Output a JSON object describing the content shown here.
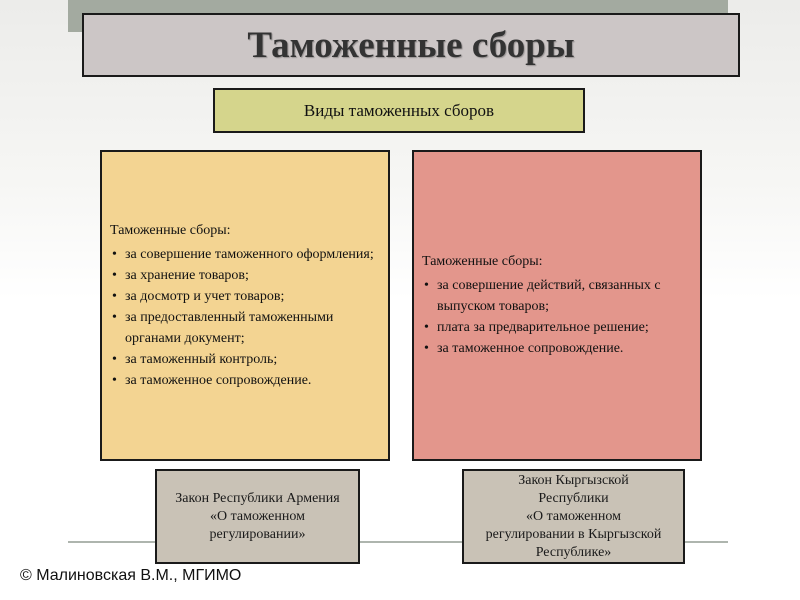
{
  "title": "Таможенные сборы",
  "subtitle": "Виды таможенных сборов",
  "left_card": {
    "heading": "Таможенные сборы:",
    "items": [
      "за совершение таможенного оформления;",
      "за хранение товаров;",
      "за досмотр и учет товаров;",
      "за предоставленный таможенными органами документ;",
      "за таможенный контроль;",
      "за таможенное сопровождение."
    ]
  },
  "right_card": {
    "heading": "Таможенные сборы:",
    "items": [
      "за совершение действий, связанных с выпуском товаров;",
      "плата за предварительное решение;",
      "за таможенное сопровождение."
    ]
  },
  "law_left": {
    "lines": [
      "Закон Республики Армения",
      "«О таможенном",
      "регулировании»"
    ]
  },
  "law_right": {
    "lines": [
      "Закон Кыргызской",
      "Республики",
      "«О таможенном",
      "регулировании в Кыргызской",
      "Республике»"
    ]
  },
  "copyright": "© Малиновская В.М., МГИМО"
}
